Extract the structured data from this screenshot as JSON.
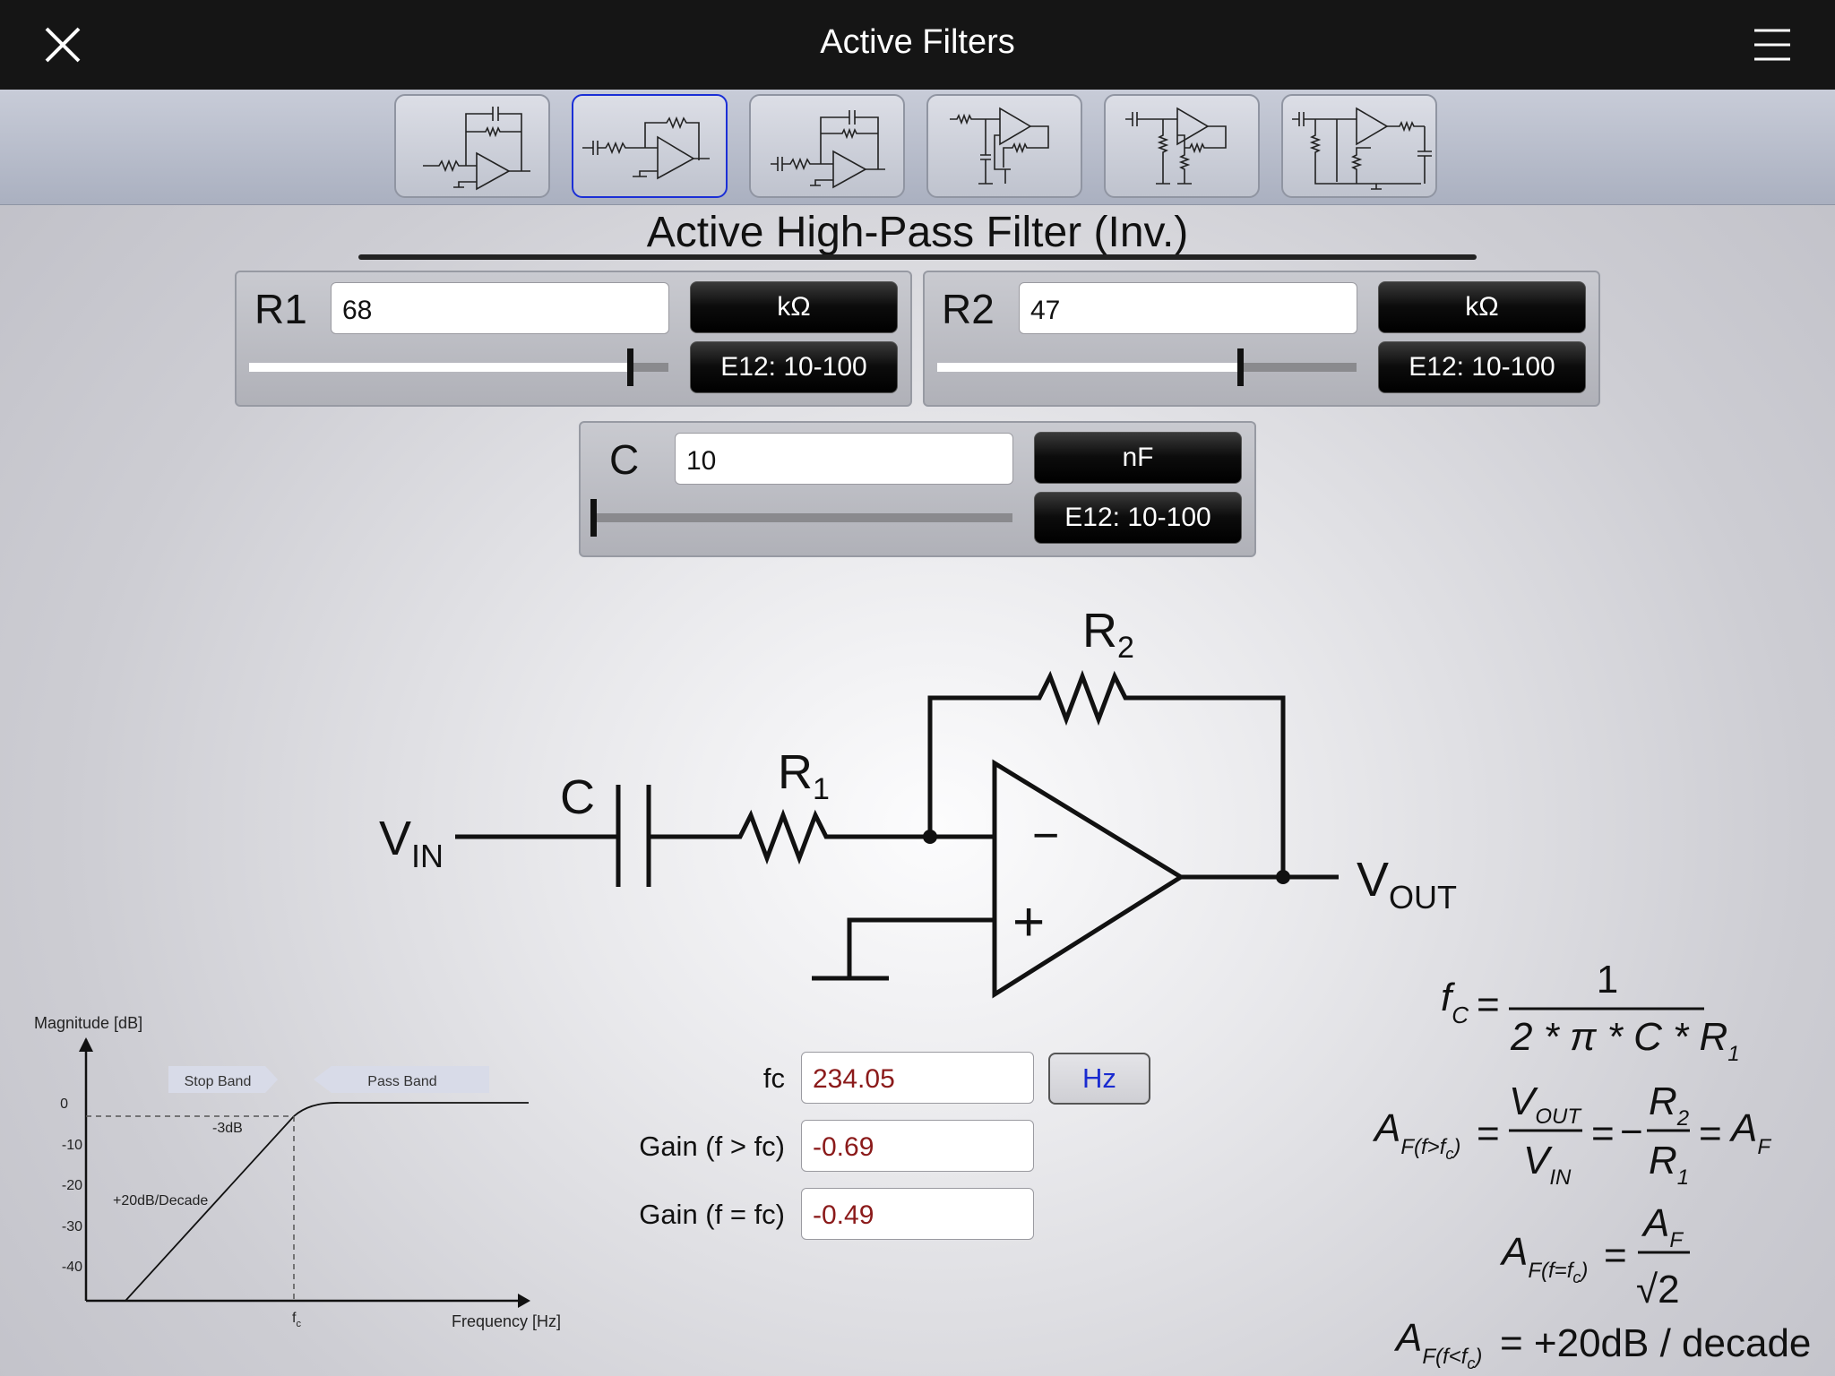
{
  "header": {
    "title": "Active Filters"
  },
  "filter_tabs": [
    {
      "name": "inverting-low-pass"
    },
    {
      "name": "inverting-high-pass",
      "selected": true
    },
    {
      "name": "inverting-band-pass"
    },
    {
      "name": "sallen-key-low-pass"
    },
    {
      "name": "sallen-key-high-pass"
    },
    {
      "name": "multiple-feedback"
    }
  ],
  "page_title": "Active High-Pass Filter (Inv.)",
  "controls": {
    "r1": {
      "label": "R1",
      "value": "68",
      "unit": "kΩ",
      "series": "E12: 10-100",
      "slider_fraction": 0.91
    },
    "r2": {
      "label": "R2",
      "value": "47",
      "unit": "kΩ",
      "series": "E12: 10-100",
      "slider_fraction": 0.72
    },
    "c": {
      "label": "C",
      "value": "10",
      "unit": "nF",
      "series": "E12: 10-100",
      "slider_fraction": 0.0
    }
  },
  "schematic": {
    "vin": "V",
    "vin_sub": "IN",
    "vout": "V",
    "vout_sub": "OUT",
    "c": "C",
    "r1": "R",
    "r1_sub": "1",
    "r2": "R",
    "r2_sub": "2",
    "minus": "−",
    "plus": "+"
  },
  "bode": {
    "ylabel": "Magnitude [dB]",
    "xlabel": "Frequency [Hz]",
    "yticks": [
      "0",
      "-10",
      "-20",
      "-30",
      "-40"
    ],
    "stop_band": "Stop Band",
    "pass_band": "Pass Band",
    "minus3db": "-3dB",
    "slope": "+20dB/Decade",
    "fc": "f",
    "fc_sub": "c"
  },
  "results": {
    "fc": {
      "label": "fc",
      "value": "234.05",
      "unit": "Hz"
    },
    "gain_above": {
      "label": "Gain (f > fc)",
      "value": "-0.69"
    },
    "gain_at": {
      "label": "Gain (f = fc)",
      "value": "-0.49"
    }
  },
  "formulas": {
    "f1_lhs": "f",
    "f1_lhs_sub": "C",
    "eq": "=",
    "f1_num": "1",
    "f1_den": "2 * π * C * R",
    "f1_den_sub": "1",
    "f2_lhs": "A",
    "f2_lhs_sub": "F(f>f",
    "f2_lhs_subsub": "c",
    "f2_lhs_close": ")",
    "f2_num": "V",
    "f2_num_sub": "OUT",
    "f2_den": "V",
    "f2_den_sub": "IN",
    "minus": "−",
    "f2_rnum": "R",
    "f2_rnum_sub": "2",
    "f2_rden": "R",
    "f2_rden_sub": "1",
    "f2_rhs": "A",
    "f2_rhs_sub": "F",
    "f3_lhs": "A",
    "f3_lhs_sub": "F(f=f",
    "f3_lhs_subsub": "c",
    "f3_lhs_close": ")",
    "f3_num": "A",
    "f3_num_sub": "F",
    "f3_den": "√2",
    "f4_lhs": "A",
    "f4_lhs_sub": "F(f<f",
    "f4_lhs_subsub": "c",
    "f4_lhs_close": ")",
    "f4_rhs": "= +20dB / decade"
  }
}
